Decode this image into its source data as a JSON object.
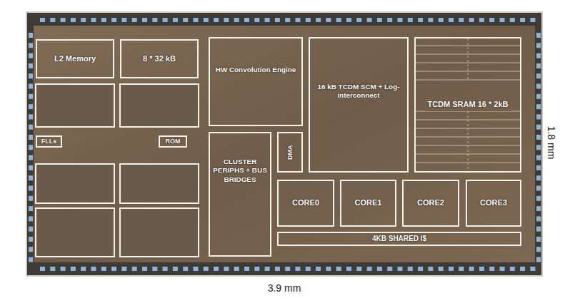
{
  "diagram": {
    "nodes": [
      {
        "text": [
          "L2 Memory"
        ]
      },
      {
        "text": [
          "8 * 32 kB"
        ]
      },
      {
        "text": [
          "FLLs"
        ]
      },
      {
        "text": [
          "ROM"
        ]
      },
      {
        "text": [
          "HW Convolution Engine"
        ]
      },
      {
        "text": [
          "CLUSTER PERIPHS + BUS BRIDGES"
        ]
      },
      {
        "text": [
          "DMA"
        ]
      },
      {
        "text": [
          "16 kB TCDM SCM + Log-interconnect"
        ]
      },
      {
        "text": [
          "TCDM SRAM 16 * 2kB"
        ]
      },
      {
        "text": [
          "CORE0"
        ]
      },
      {
        "text": [
          "CORE1"
        ]
      },
      {
        "text": [
          "CORE2"
        ]
      },
      {
        "text": [
          "CORE3"
        ]
      },
      {
        "text": [
          "4KB SHARED I$"
        ]
      }
    ],
    "labels": [
      "1.8 mm",
      "3.9 mm"
    ]
  }
}
